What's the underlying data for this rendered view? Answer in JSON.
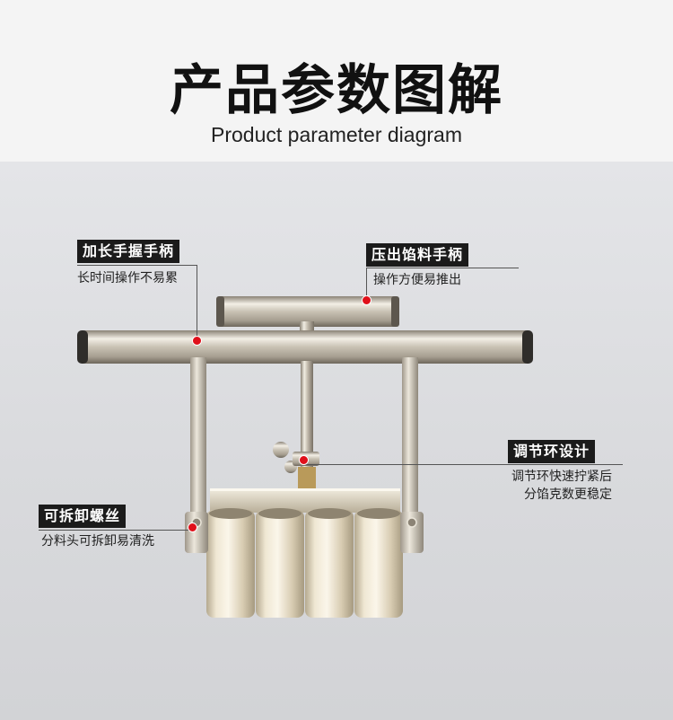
{
  "header": {
    "title_cn": "产品参数图解",
    "title_en": "Product parameter diagram"
  },
  "annotations": {
    "handle_long": {
      "label": "加长手握手柄",
      "desc": "长时间操作不易累"
    },
    "handle_press": {
      "label": "压出馅料手柄",
      "desc": "操作方便易推出"
    },
    "adjust_ring": {
      "label": "调节环设计",
      "desc_line1": "调节环快速拧紧后",
      "desc_line2": "分馅克数更稳定"
    },
    "screw": {
      "label": "可拆卸螺丝",
      "desc": "分料头可拆卸易清洗"
    }
  },
  "colors": {
    "label_bg": "#1b1b1b",
    "marker": "#e0101a",
    "background": "#dadbde"
  }
}
